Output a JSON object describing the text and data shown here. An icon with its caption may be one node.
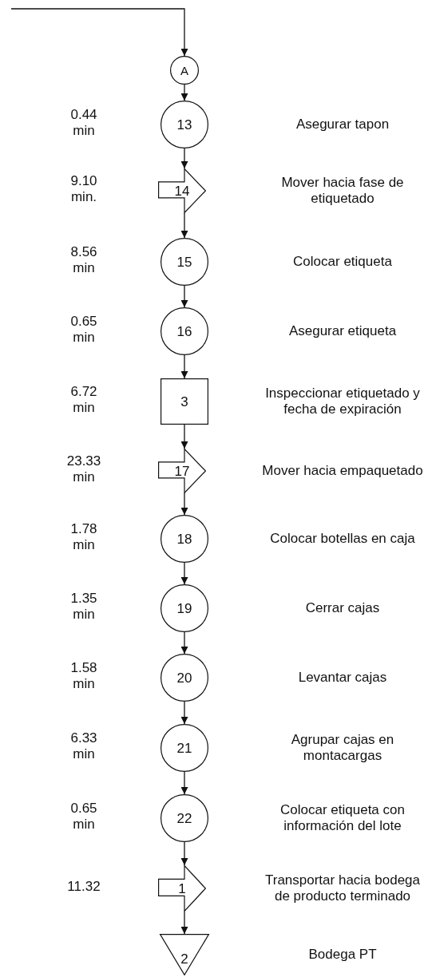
{
  "diagram": {
    "nodes": [
      {
        "text": [
          "A"
        ]
      },
      {
        "text": [
          "13"
        ]
      },
      {
        "text": [
          "14"
        ]
      },
      {
        "text": [
          "15"
        ]
      },
      {
        "text": [
          "16"
        ]
      },
      {
        "text": [
          "3"
        ]
      },
      {
        "text": [
          "17"
        ]
      },
      {
        "text": [
          "18"
        ]
      },
      {
        "text": [
          "19"
        ]
      },
      {
        "text": [
          "20"
        ]
      },
      {
        "text": [
          "21"
        ]
      },
      {
        "text": [
          "22"
        ]
      },
      {
        "text": [
          "1"
        ]
      },
      {
        "text": [
          "2"
        ]
      }
    ],
    "edges": [
      {
        "from": null,
        "to": 0,
        "arrow": "to"
      },
      {
        "from": 0,
        "to": 1,
        "arrow": "to"
      },
      {
        "from": 1,
        "to": 2,
        "arrow": "to"
      },
      {
        "from": 2,
        "to": 3,
        "arrow": "to"
      },
      {
        "from": 3,
        "to": 4,
        "arrow": "to"
      },
      {
        "from": 4,
        "to": 5,
        "arrow": "to"
      },
      {
        "from": 5,
        "to": 6,
        "arrow": "to"
      },
      {
        "from": 6,
        "to": 7,
        "arrow": "to"
      },
      {
        "from": 7,
        "to": 8,
        "arrow": "to"
      },
      {
        "from": 8,
        "to": 9,
        "arrow": "to"
      },
      {
        "from": 9,
        "to": 10,
        "arrow": "to"
      },
      {
        "from": 10,
        "to": 11,
        "arrow": "to"
      },
      {
        "from": 11,
        "to": 12,
        "arrow": "to"
      },
      {
        "from": 12,
        "to": 13,
        "arrow": "to"
      }
    ],
    "labels": [
      "0.44 min",
      "Asegurar tapon",
      "9.10 min.",
      "Mover hacia fase de etiquetado",
      "8.56 min",
      "Colocar etiqueta",
      "0.65 min",
      "Asegurar etiqueta",
      "6.72 min",
      "Inspeccionar etiquetado y fecha de expiración",
      "23.33 min",
      "Mover hacia empaquetado",
      "1.78 min",
      "Colocar botellas en caja",
      "1.35 min",
      "Cerrar cajas",
      "1.58 min",
      "Levantar cajas",
      "6.33 min",
      "Agrupar cajas en montacargas",
      "0.65 min",
      "Colocar etiqueta con información del lote",
      "11.32",
      "Transportar hacia bodega de producto terminado",
      "Bodega PT"
    ]
  }
}
